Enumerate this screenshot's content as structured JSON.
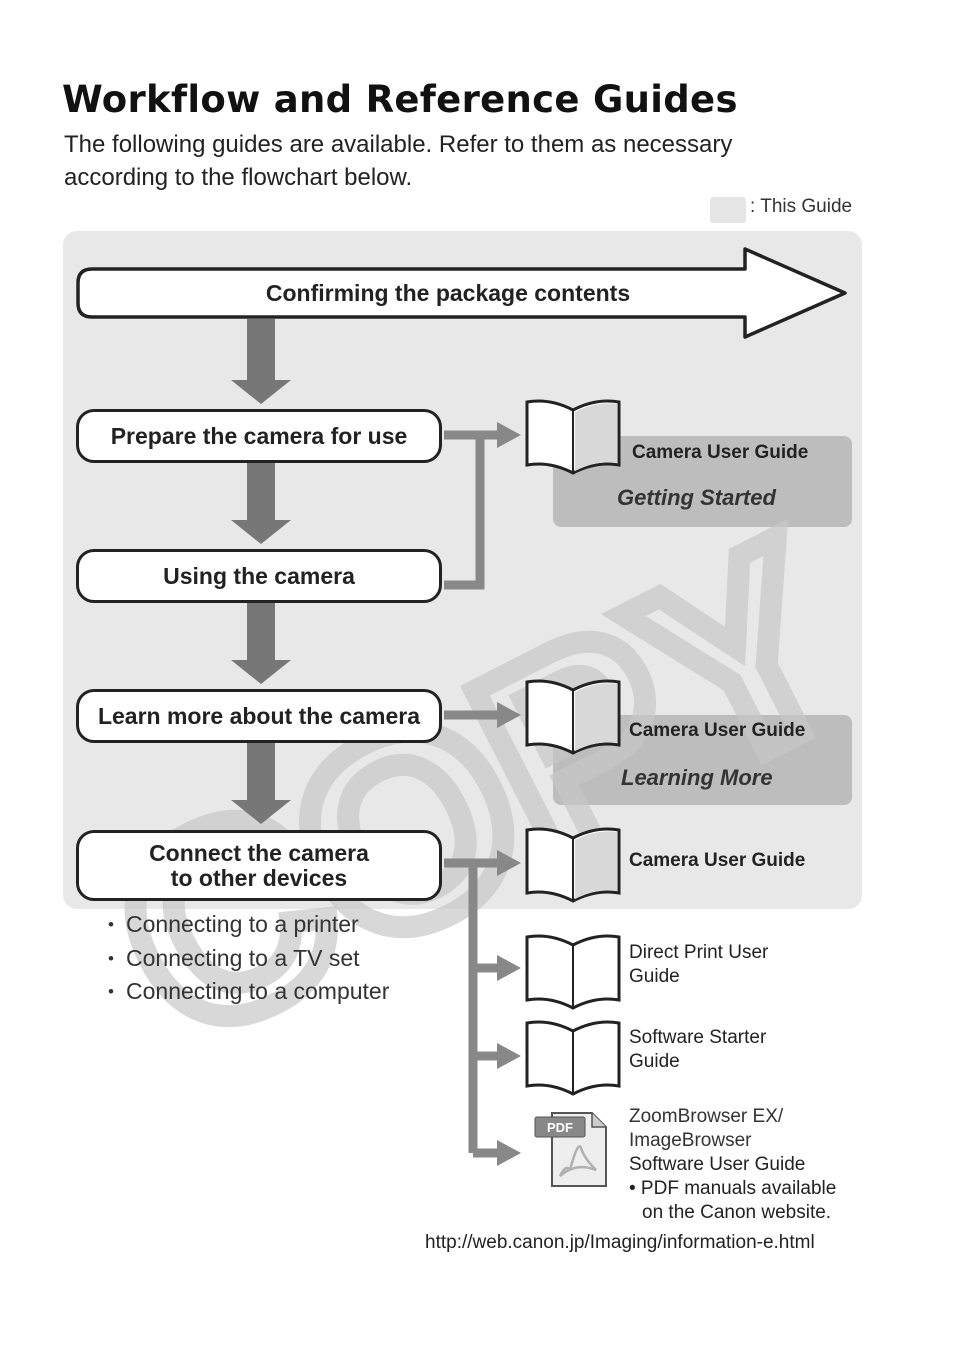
{
  "page": {
    "title": "Workflow and Reference Guides",
    "intro_line1": "The following guides are available. Refer to them as necessary",
    "intro_line2": "according to the flowchart below."
  },
  "legend": {
    "label": ": This Guide",
    "swatch_color": "#e6e6e6"
  },
  "flow": {
    "confirm": "Confirming the package contents",
    "prepare": "Prepare the camera for use",
    "using": "Using the camera",
    "learn": "Learn more about the camera",
    "connect_line1": "Connect the camera",
    "connect_line2": "to other devices"
  },
  "connect_bullets": [
    "Connecting to a printer",
    "Connecting to a TV set",
    "Connecting to a computer"
  ],
  "guides": {
    "getting_started": {
      "title": "Camera User Guide",
      "subtitle": "Getting Started"
    },
    "learning_more": {
      "title": "Camera User Guide",
      "subtitle": "Learning More"
    },
    "camera_user_guide": {
      "title": "Camera User Guide"
    },
    "direct_print": {
      "line1": "Direct Print User",
      "line2": "Guide"
    },
    "software_starter": {
      "line1": "Software Starter",
      "line2": "Guide"
    },
    "zoombrowser": {
      "line1": "ZoomBrowser EX/",
      "line2": "ImageBrowser",
      "line3": "Software User Guide",
      "line4": "• PDF manuals available",
      "line5": "on the Canon website.",
      "pdf_badge": "PDF"
    }
  },
  "url": "http://web.canon.jp/Imaging/information-e.html",
  "watermark": "COPY",
  "colors": {
    "panel": "#e8e8e8",
    "guide_panel": "#bdbdbd",
    "arrow": "#777777",
    "watermark": "#cccccc"
  }
}
